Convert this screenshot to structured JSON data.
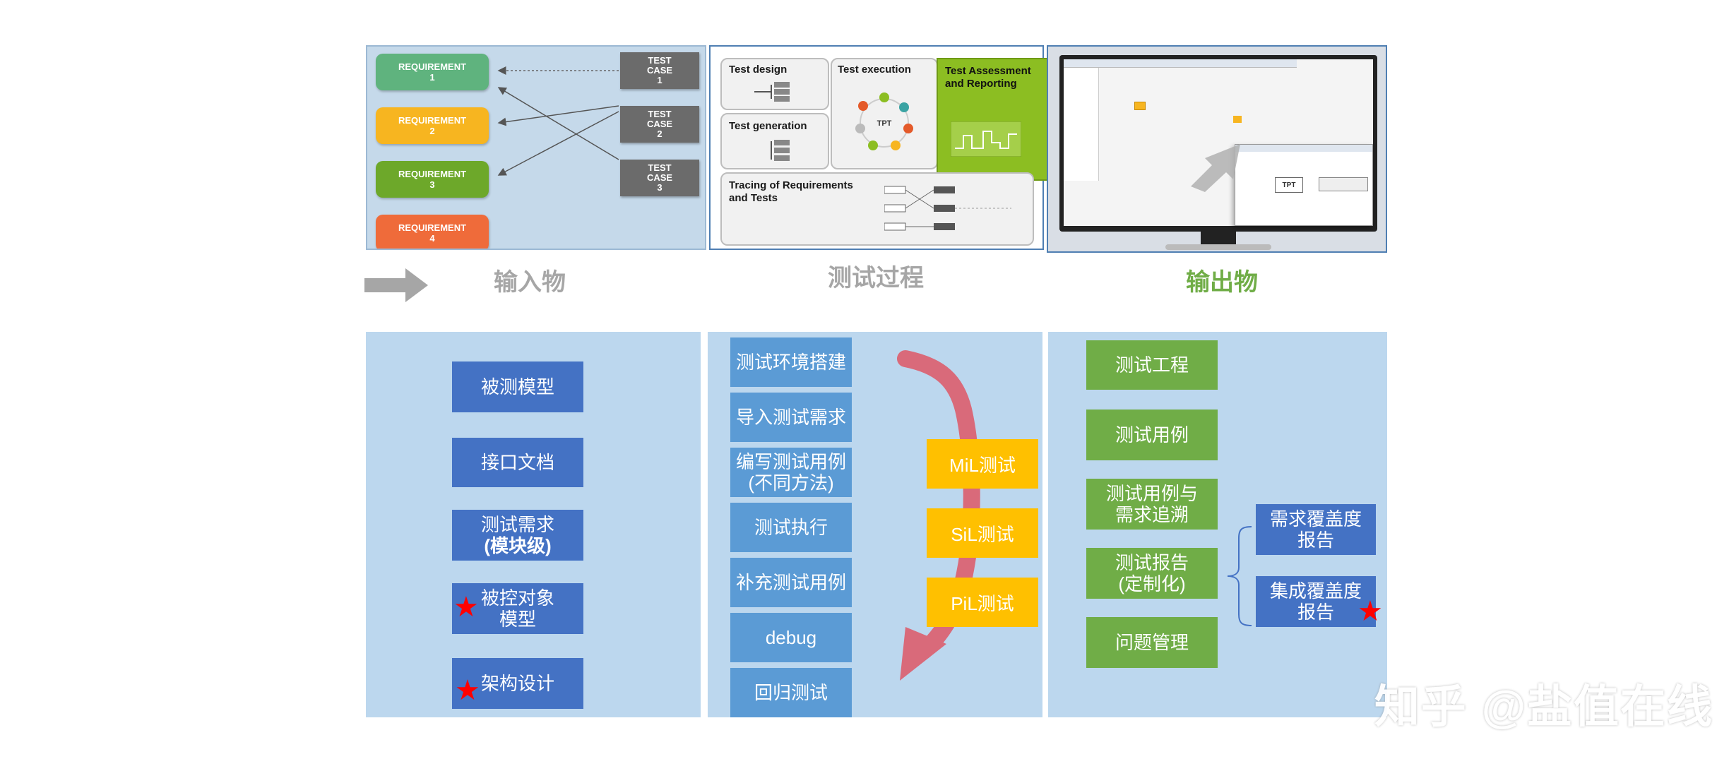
{
  "top": {
    "inputs_panel": {
      "requirements": [
        {
          "label": "REQUIREMENT",
          "num": "1",
          "color": "#5fb37e"
        },
        {
          "label": "REQUIREMENT",
          "num": "2",
          "color": "#f7b520"
        },
        {
          "label": "REQUIREMENT",
          "num": "3",
          "color": "#6da82a"
        },
        {
          "label": "REQUIREMENT",
          "num": "4",
          "color": "#ef6b3a"
        }
      ],
      "test_cases": [
        {
          "l1": "TEST",
          "l2": "CASE",
          "num": "1"
        },
        {
          "l1": "TEST",
          "l2": "CASE",
          "num": "2"
        },
        {
          "l1": "TEST",
          "l2": "CASE",
          "num": "3"
        }
      ]
    },
    "process_panel": {
      "test_design": "Test design",
      "test_execution": "Test execution",
      "test_generation": "Test generation",
      "assessment": "Test Assessment and Reporting",
      "tracing": "Tracing of Requirements and Tests",
      "tpt_label": "TPT"
    },
    "output_panel": {
      "tpt_label": "TPT"
    }
  },
  "captions": {
    "inputs": "输入物",
    "process": "测试过程",
    "outputs": "输出物",
    "inputs_color": "#a6a6a6",
    "process_color": "#a6a6a6",
    "outputs_color": "#70ad47"
  },
  "inputs": {
    "items": [
      {
        "line1": "被测模型",
        "line2": ""
      },
      {
        "line1": "接口文档",
        "line2": ""
      },
      {
        "line1": "测试需求",
        "line2": "(模块级)"
      },
      {
        "line1": "被控对象",
        "line2": "模型"
      },
      {
        "line1": "架构设计",
        "line2": ""
      }
    ]
  },
  "process": {
    "steps": [
      {
        "line1": "测试环境搭建",
        "line2": ""
      },
      {
        "line1": "导入测试需求",
        "line2": ""
      },
      {
        "line1": "编写测试用例",
        "line2": "(不同方法)"
      },
      {
        "line1": "测试执行",
        "line2": ""
      },
      {
        "line1": "补充测试用例",
        "line2": ""
      },
      {
        "line1": "debug",
        "line2": ""
      },
      {
        "line1": "回归测试",
        "line2": ""
      }
    ],
    "levels": [
      "MiL测试",
      "SiL测试",
      "PiL测试"
    ]
  },
  "outputs": {
    "items": [
      {
        "line1": "测试工程",
        "line2": ""
      },
      {
        "line1": "测试用例",
        "line2": ""
      },
      {
        "line1": "测试用例与",
        "line2": "需求追溯"
      },
      {
        "line1": "测试报告",
        "line2": "(定制化)"
      },
      {
        "line1": "问题管理",
        "line2": ""
      }
    ],
    "reports": [
      {
        "line1": "需求覆盖度",
        "line2": "报告"
      },
      {
        "line1": "集成覆盖度",
        "line2": "报告"
      }
    ]
  },
  "watermark": "知乎 @盐值在线"
}
